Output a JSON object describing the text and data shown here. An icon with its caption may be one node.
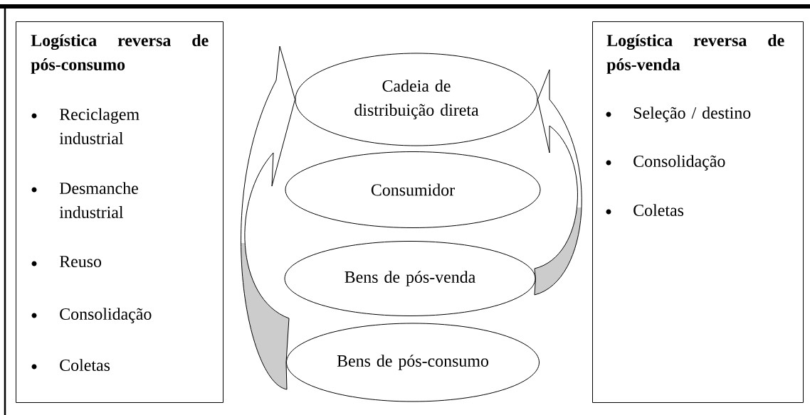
{
  "diagram": {
    "nodes": [
      {
        "text": [
          "Logística reversa de pós-consumo",
          "Reciclagem industrial",
          "Desmanche industrial",
          "Reuso",
          "Consolidação",
          "Coletas"
        ]
      },
      {
        "text": [
          "Logística reversa de pós-venda",
          "Seleção / destino",
          "Consolidação",
          "Coletas"
        ]
      },
      {
        "text": [
          "Cadeia de distribuição direta"
        ]
      },
      {
        "text": [
          "Consumidor"
        ]
      },
      {
        "text": [
          "Bens de pós-venda"
        ]
      },
      {
        "text": [
          "Bens de pós-consumo"
        ]
      }
    ],
    "edges": [
      {
        "from": 5,
        "to": 2,
        "arrow": "to"
      },
      {
        "from": 4,
        "to": 2,
        "arrow": "to"
      }
    ]
  }
}
